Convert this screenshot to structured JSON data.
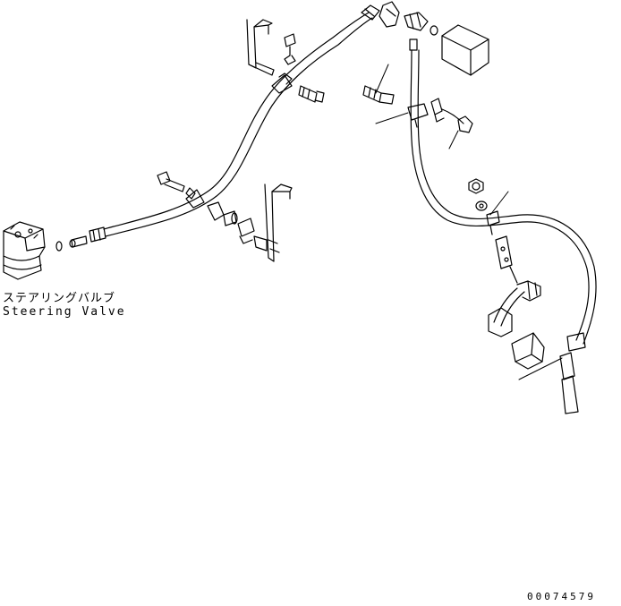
{
  "labels": {
    "part_name_jp": "ステアリングバルブ",
    "part_name_en": "Steering Valve"
  },
  "drawing_number": "00074579",
  "colors": {
    "line": "#000000",
    "background": "#ffffff"
  }
}
